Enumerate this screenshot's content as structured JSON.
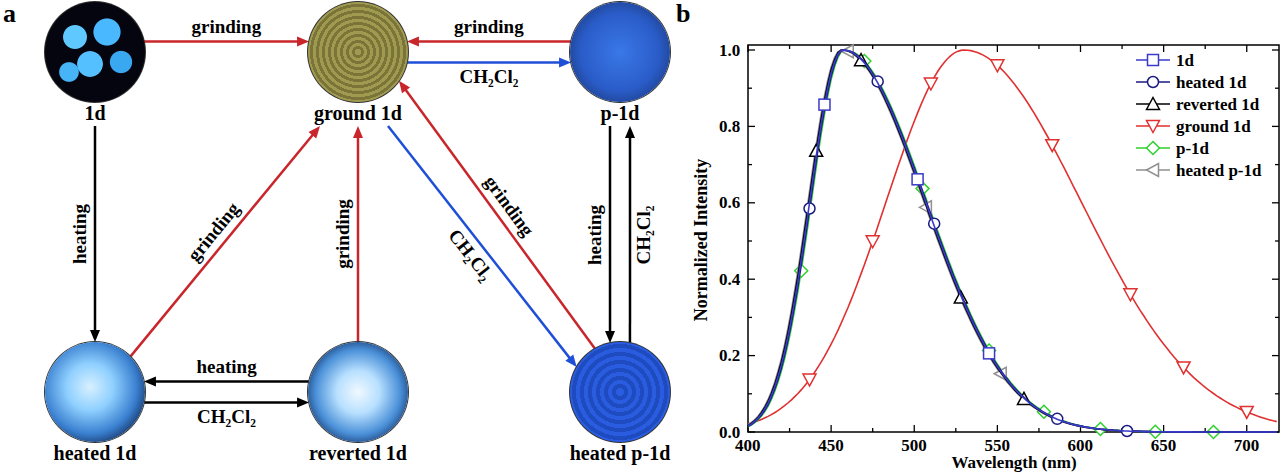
{
  "diagram": {
    "nodes": [
      {
        "text": [
          "1d"
        ]
      },
      {
        "text": [
          "ground 1d"
        ]
      },
      {
        "text": [
          "p-1d"
        ]
      },
      {
        "text": [
          "heated 1d"
        ]
      },
      {
        "text": [
          "reverted 1d"
        ]
      },
      {
        "text": [
          "heated p-1d"
        ]
      }
    ],
    "edges": [
      {
        "from": 0,
        "to": 1,
        "label": "grinding",
        "arrow": "to"
      },
      {
        "from": 2,
        "to": 1,
        "label": "grinding",
        "arrow": "to"
      },
      {
        "from": 1,
        "to": 2,
        "label": "CH₂Cl₂",
        "arrow": "to"
      },
      {
        "from": 0,
        "to": 3,
        "label": "heating",
        "arrow": "to"
      },
      {
        "from": 3,
        "to": 1,
        "label": "grinding",
        "arrow": "to"
      },
      {
        "from": 4,
        "to": 1,
        "label": "grinding",
        "arrow": "to"
      },
      {
        "from": 5,
        "to": 1,
        "label": "grinding",
        "arrow": "to"
      },
      {
        "from": 1,
        "to": 5,
        "label": "CH₂Cl₂",
        "arrow": "to"
      },
      {
        "from": 2,
        "to": 5,
        "label": "heating",
        "arrow": "to"
      },
      {
        "from": 5,
        "to": 2,
        "label": "CH₂Cl₂",
        "arrow": "to"
      },
      {
        "from": 4,
        "to": 3,
        "label": "heating",
        "arrow": "to"
      },
      {
        "from": 3,
        "to": 4,
        "label": "CH₂Cl₂",
        "arrow": "to"
      }
    ],
    "labels": [
      "a",
      "b",
      "Normalized Intensity",
      "Wavelength (nm)",
      "0.0",
      "0.2",
      "0.4",
      "0.6",
      "0.8",
      "1.0",
      "400",
      "450",
      "500",
      "550",
      "600",
      "650",
      "700"
    ],
    "legend": [
      {
        "text": "1d"
      },
      {
        "text": "heated 1d"
      },
      {
        "text": "reverted 1d"
      },
      {
        "text": "ground 1d"
      },
      {
        "text": "p-1d"
      },
      {
        "text": "heated p-1d"
      }
    ]
  }
}
